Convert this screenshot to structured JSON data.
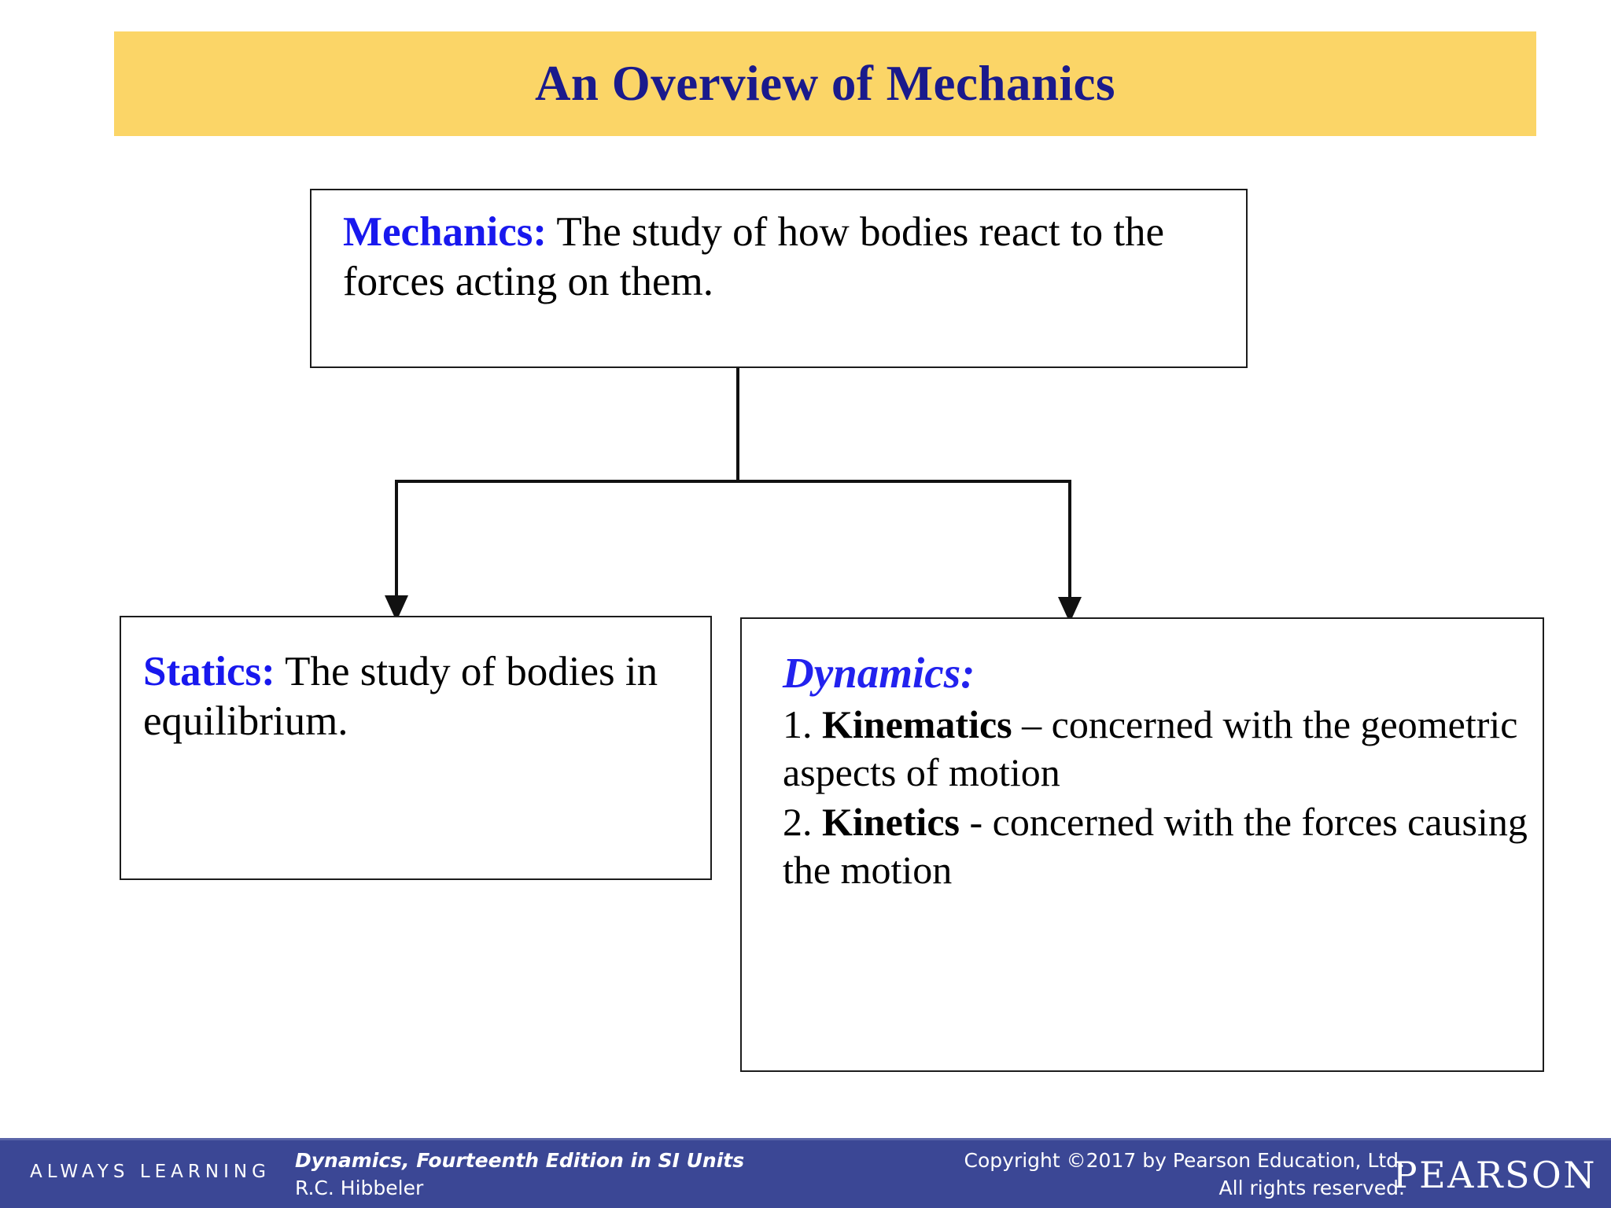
{
  "slide": {
    "title": "An Overview of Mechanics",
    "title_color": "#1a1a8c",
    "banner_color": "#fbd567"
  },
  "boxes": {
    "mechanics": {
      "label": "Mechanics:",
      "label_color": "#1818ee",
      "body": " The study of how bodies react to the forces acting on them."
    },
    "statics": {
      "label": "Statics:",
      "label_color": "#1818ee",
      "body": " The study of bodies in equilibrium."
    },
    "dynamics": {
      "heading": "Dynamics:",
      "heading_color": "#2222ee",
      "items": [
        {
          "number": "1.",
          "term": "Kinematics",
          "rest": " – concerned with the geometric aspects of motion"
        },
        {
          "number": "2.",
          "term": "Kinetics",
          "rest": "  -  concerned with the forces causing the motion"
        }
      ]
    }
  },
  "connectors": {
    "from": "mechanics",
    "to": [
      "statics",
      "dynamics"
    ],
    "arrow_color": "#000000"
  },
  "footer": {
    "tagline": "ALWAYS LEARNING",
    "book_title": "Dynamics, Fourteenth Edition in SI Units",
    "book_author": "R.C. Hibbeler",
    "copyright_line1": "Copyright ©2017 by Pearson Education, Ltd.",
    "copyright_line2": "All rights reserved.",
    "brand": "PEARSON",
    "background_color": "#3b4795"
  }
}
